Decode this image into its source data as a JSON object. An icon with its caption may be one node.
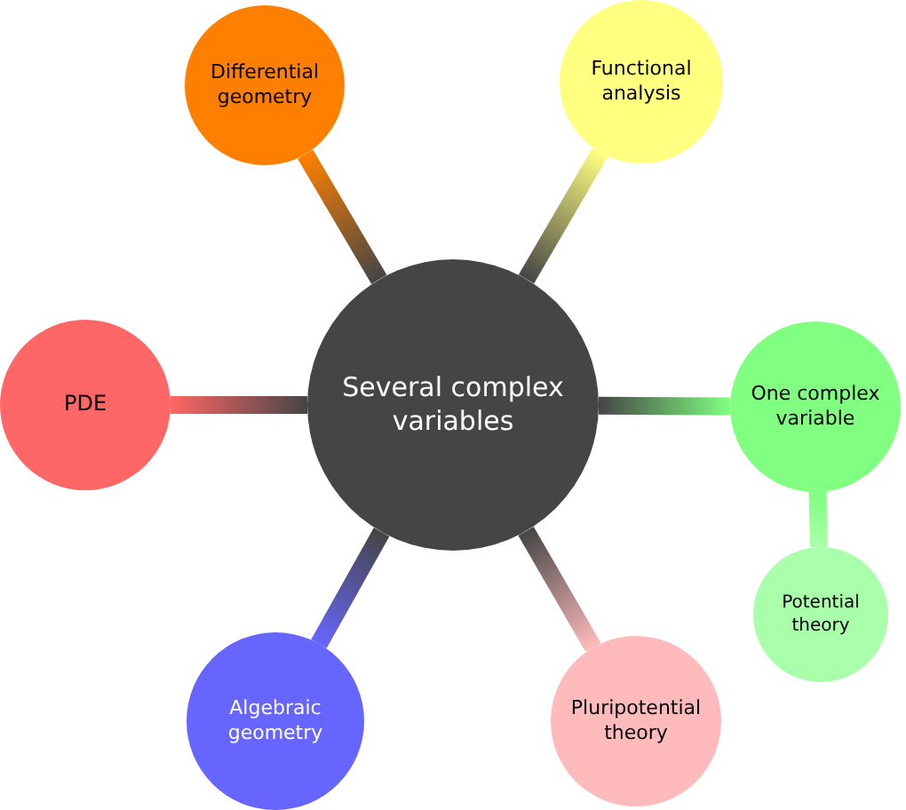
{
  "diagram": {
    "nodes": [
      {
        "text": [
          "Several complex variables"
        ]
      },
      {
        "text": [
          "Differential geometry"
        ]
      },
      {
        "text": [
          "Functional analysis"
        ]
      },
      {
        "text": [
          "PDE"
        ]
      },
      {
        "text": [
          "One complex variable"
        ]
      },
      {
        "text": [
          "Potential theory"
        ]
      },
      {
        "text": [
          "Algebraic geometry"
        ]
      },
      {
        "text": [
          "Pluripotential theory"
        ]
      }
    ],
    "edges": [
      {
        "from": 0,
        "to": 1,
        "arrow": "none"
      },
      {
        "from": 0,
        "to": 2,
        "arrow": "none"
      },
      {
        "from": 0,
        "to": 3,
        "arrow": "none"
      },
      {
        "from": 0,
        "to": 4,
        "arrow": "none"
      },
      {
        "from": 4,
        "to": 5,
        "arrow": "none"
      },
      {
        "from": 0,
        "to": 6,
        "arrow": "none"
      },
      {
        "from": 0,
        "to": 7,
        "arrow": "none"
      }
    ]
  }
}
